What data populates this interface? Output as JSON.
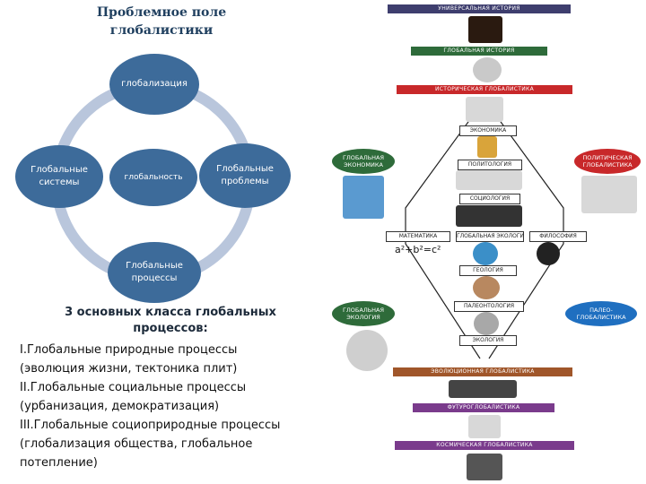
{
  "title": "Проблемное поле глобалистики",
  "cycle": {
    "top": "глобализация",
    "left": "Глобальные системы",
    "center": "глобальность",
    "right": "Глобальные проблемы",
    "bottom": "Глобальные процессы"
  },
  "subtitle": "3 основных класса глобальных процессов:",
  "list": [
    "I.Глобальные природные процессы",
    "(эволюция жизни, тектоника плит)",
    "II.Глобальные социальные процессы",
    "(урбанизация, демократизация)",
    "III.Глобальные социоприродные процессы",
    "(глобализация общества, глобальное",
    "потепление)"
  ],
  "scheme": {
    "bars": [
      "УНИВЕРСАЛЬНАЯ ИСТОРИЯ",
      "ГЛОБАЛЬНАЯ ИСТОРИЯ",
      "ИСТОРИЧЕСКАЯ ГЛОБАЛИСТИКА",
      "ЭВОЛЮЦИОННАЯ ГЛОБАЛИСТИКА",
      "ФУТУРОГЛОБАЛИСТИКА",
      "КОСМИЧЕСКАЯ ГЛОБАЛИСТИКА"
    ],
    "boxes": [
      "ЭКОНОМИКА",
      "ПОЛИТОЛОГИЯ",
      "СОЦИОЛОГИЯ",
      "МАТЕМАТИКА",
      "ГЛОБАЛЬНАЯ ЭКОЛОГИЯ",
      "ФИЛОСОФИЯ",
      "ГЕОЛОГИЯ",
      "ПАЛЕОНТОЛОГИЯ",
      "ЭКОЛОГИЯ"
    ],
    "ovals": [
      "ГЛОБАЛЬНАЯ ЭКОНОМИКА",
      "ПОЛИТИЧЕСКАЯ ГЛОБАЛИСТИКА",
      "ГЛОБАЛЬНАЯ ЭКОЛОГИЯ",
      "ПАЛЕО-ГЛОБАЛИСТИКА"
    ],
    "formula": "a²+b²=c²",
    "colors": {
      "dark": "#3e3e6e",
      "green": "#2e6b3a",
      "red": "#c8282a",
      "blue": "#1f6fc0",
      "brown": "#a0562a",
      "purple": "#7a3b8c"
    }
  }
}
